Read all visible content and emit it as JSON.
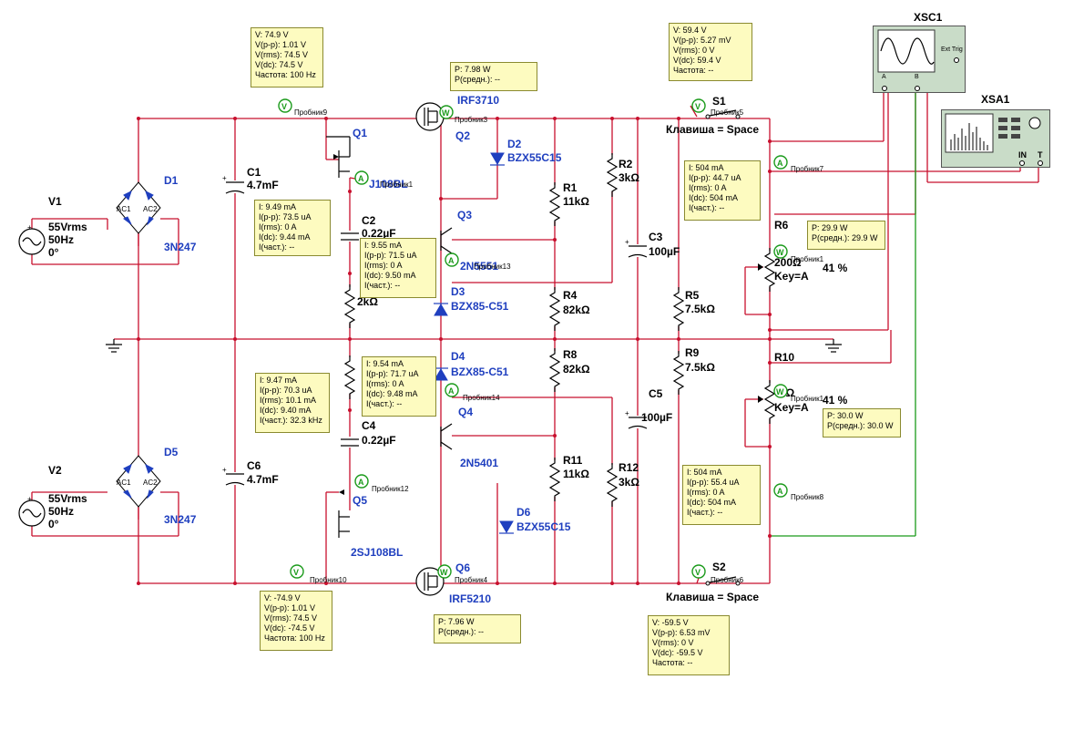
{
  "sources": [
    {
      "name": "V1",
      "voltage": "55Vrms",
      "freq": "50Hz",
      "phase": "0°"
    },
    {
      "name": "V2",
      "voltage": "55Vrms",
      "freq": "50Hz",
      "phase": "0°"
    }
  ],
  "bridges": [
    {
      "name": "D1",
      "model": "3N247"
    },
    {
      "name": "D5",
      "model": "3N247"
    }
  ],
  "capacitors": {
    "C1": {
      "name": "C1",
      "value": "4.7mF"
    },
    "C6": {
      "name": "C6",
      "value": "4.7mF"
    },
    "C2": {
      "name": "C2",
      "value": "0.22µF"
    },
    "C4": {
      "name": "C4",
      "value": "0.22µF"
    },
    "C3": {
      "name": "C3",
      "value": "100µF"
    },
    "C5": {
      "name": "C5",
      "value": "100µF"
    }
  },
  "resistors": {
    "R1": {
      "name": "R1",
      "value": "11kΩ"
    },
    "R2": {
      "name": "R2",
      "value": "3kΩ"
    },
    "R3": {
      "value": "2kΩ"
    },
    "R4": {
      "name": "R4",
      "value": "82kΩ"
    },
    "R5": {
      "name": "R5",
      "value": "7.5kΩ"
    },
    "R8": {
      "name": "R8",
      "value": "82kΩ"
    },
    "R9": {
      "name": "R9",
      "value": "7.5kΩ"
    },
    "R11": {
      "name": "R11",
      "value": "11kΩ"
    },
    "R12": {
      "name": "R12",
      "value": "3kΩ"
    },
    "R6": {
      "name": "R6",
      "value": "200Ω",
      "key": "Key=A",
      "percent": "41 %"
    },
    "R10": {
      "name": "R10",
      "value": "0Ω",
      "key": "Key=A",
      "percent": "41 %"
    }
  },
  "transistors": {
    "Q1": {
      "name": "Q1",
      "model": "J108BL"
    },
    "Q2": {
      "name": "Q2",
      "model": "IRF3710"
    },
    "Q3": {
      "name": "Q3",
      "model": "2N5551"
    },
    "Q4": {
      "name": "Q4",
      "model": "2N5401"
    },
    "Q5": {
      "name": "Q5",
      "model": "2SJ108BL"
    },
    "Q6": {
      "name": "Q6",
      "model": "IRF5210"
    }
  },
  "diodes": {
    "D2": {
      "name": "D2",
      "model": "BZX55C15"
    },
    "D3": {
      "name": "D3",
      "model": "BZX85-C51"
    },
    "D4": {
      "name": "D4",
      "model": "BZX85-C51"
    },
    "D6": {
      "name": "D6",
      "model": "BZX55C15"
    }
  },
  "switches": [
    {
      "name": "S1",
      "key": "Клавиша = Space"
    },
    {
      "name": "S2",
      "key": "Клавиша = Space"
    }
  ],
  "instruments": {
    "scope": {
      "name": "XSC1",
      "ext_trig": "Ext Trig",
      "ch_a": "A",
      "ch_b": "B"
    },
    "analyzer": {
      "name": "XSA1",
      "in": "IN",
      "t": "T"
    }
  },
  "bridge_pins": {
    "ac1": "AC1",
    "ac2": "AC2"
  },
  "probe_letters": {
    "volt": "V",
    "amp": "A",
    "watt": "W"
  },
  "probe_names": {
    "p9": "Пробник9",
    "p1": "Пробник1",
    "p13": "Пробник13",
    "p3": "Пробник3",
    "p5": "Пробник5",
    "p7": "Пробник7",
    "p14": "Пробник14",
    "p12": "Пробник12",
    "p10": "Пробник10",
    "p4": "Пробник4",
    "p6": "Пробник6",
    "p8": "Пробник8",
    "p11": "Пробник1",
    "p15": "Пробник1"
  },
  "probe_readouts": {
    "p9": [
      "V: 74.9 V",
      "V(p-p): 1.01 V",
      "V(rms): 74.5 V",
      "V(dc): 74.5 V",
      "Частота: 100 Hz"
    ],
    "p3": [
      "P: 7.98 W",
      "P(средн.): --"
    ],
    "p5": [
      "V: 59.4 V",
      "V(p-p): 5.27 mV",
      "V(rms): 0 V",
      "V(dc): 59.4 V",
      "Частота: --"
    ],
    "p1": [
      "I: 9.49 mA",
      "I(p-p): 73.5 uA",
      "I(rms): 0 A",
      "I(dc): 9.44 mA",
      "I(част.): --"
    ],
    "p13": [
      "I: 9.55 mA",
      "I(p-p): 71.5 uA",
      "I(rms): 0 A",
      "I(dc): 9.50 mA",
      "I(част.): --"
    ],
    "p7": [
      "I: 504 mA",
      "I(p-p): 44.7 uA",
      "I(rms): 0 A",
      "I(dc): 504 mA",
      "I(част.): --"
    ],
    "r6": [
      "P: 29.9 W",
      "P(средн.): 29.9 W"
    ],
    "p14": [
      "I: 9.54 mA",
      "I(p-p): 71.7 uA",
      "I(rms): 0 A",
      "I(dc): 9.48 mA",
      "I(част.): --"
    ],
    "p12": [
      "I: 9.47 mA",
      "I(p-p): 70.3 uA",
      "I(rms): 10.1 mA",
      "I(dc): 9.40 mA",
      "I(част.): 32.3 kHz"
    ],
    "r10": [
      "P: 30.0 W",
      "P(средн.): 30.0 W"
    ],
    "p8": [
      "I: 504 mA",
      "I(p-p): 55.4 uA",
      "I(rms): 0 A",
      "I(dc): 504 mA",
      "I(част.): --"
    ],
    "p10": [
      "V: -74.9 V",
      "V(p-p): 1.01 V",
      "V(rms): 74.5 V",
      "V(dc): -74.5 V",
      "Частота: 100 Hz"
    ],
    "p4": [
      "P: 7.96 W",
      "P(средн.): --"
    ],
    "p6": [
      "V: -59.5 V",
      "V(p-p): 6.53 mV",
      "V(rms): 0 V",
      "V(dc): -59.5 V",
      "Частота: --"
    ]
  }
}
